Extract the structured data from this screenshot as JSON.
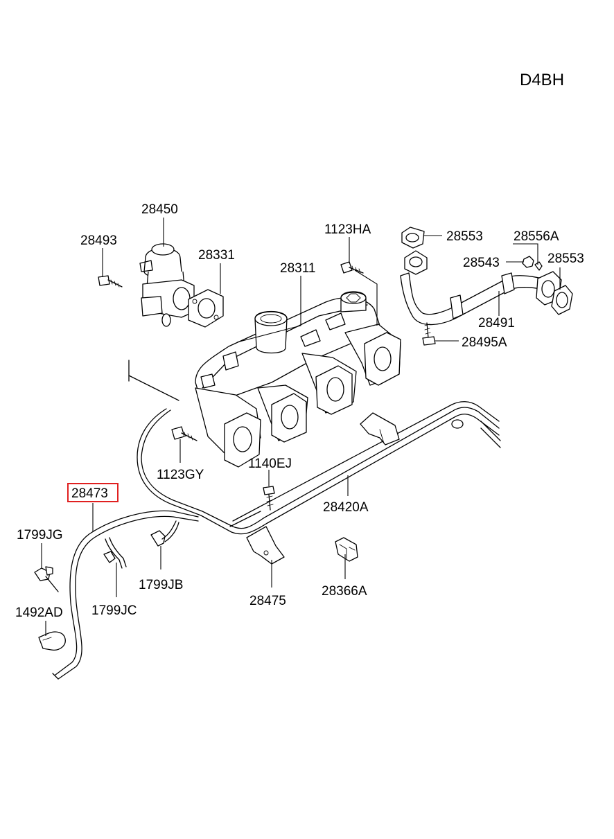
{
  "model_code": "D4BH",
  "highlighted_part": "28473",
  "highlight_color": "#e02020",
  "parts": [
    {
      "id": "28450",
      "name_key": "egr-valve"
    },
    {
      "id": "28493",
      "name_key": "bolt"
    },
    {
      "id": "28331",
      "name_key": "gasket"
    },
    {
      "id": "28311",
      "name_key": "exhaust-manifold"
    },
    {
      "id": "1123HA",
      "name_key": "bolt"
    },
    {
      "id": "28553",
      "name_key": "gasket"
    },
    {
      "id": "28556A",
      "name_key": "nut"
    },
    {
      "id": "28543",
      "name_key": "nut"
    },
    {
      "id": "28553",
      "name_key": "gasket"
    },
    {
      "id": "28491",
      "name_key": "egr-pipe"
    },
    {
      "id": "28495A",
      "name_key": "bolt"
    },
    {
      "id": "1123GY",
      "name_key": "bolt"
    },
    {
      "id": "1140EJ",
      "name_key": "bolt"
    },
    {
      "id": "28420A",
      "name_key": "vacuum-pipe"
    },
    {
      "id": "28473",
      "name_key": "hose"
    },
    {
      "id": "1799JG",
      "name_key": "clip"
    },
    {
      "id": "1799JB",
      "name_key": "clip"
    },
    {
      "id": "1799JC",
      "name_key": "clip"
    },
    {
      "id": "1492AD",
      "name_key": "clamp"
    },
    {
      "id": "28475",
      "name_key": "bracket"
    },
    {
      "id": "28366A",
      "name_key": "clip"
    }
  ]
}
